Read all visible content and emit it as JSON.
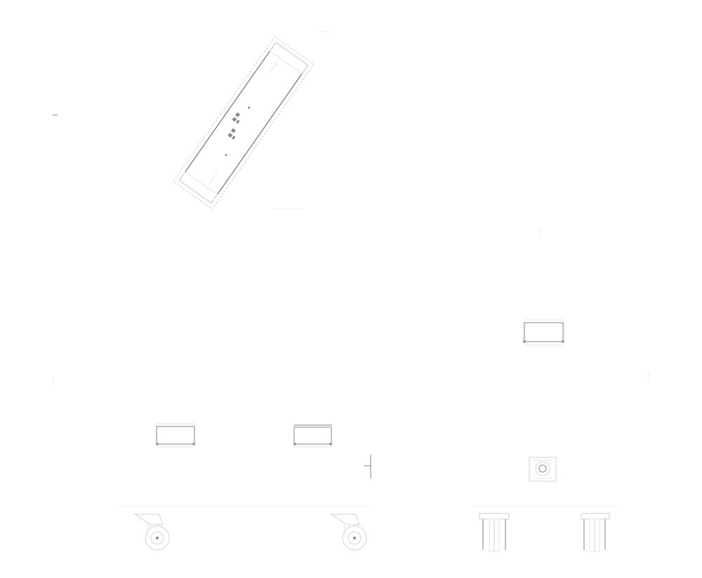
{
  "drawing": {
    "views": [
      {
        "id": "top-view"
      },
      {
        "id": "front-view"
      },
      {
        "id": "side-view"
      }
    ],
    "colors": {
      "background": "#ffffff",
      "outline": "#7a7a7a",
      "hidden": "#d0d0d0"
    }
  }
}
